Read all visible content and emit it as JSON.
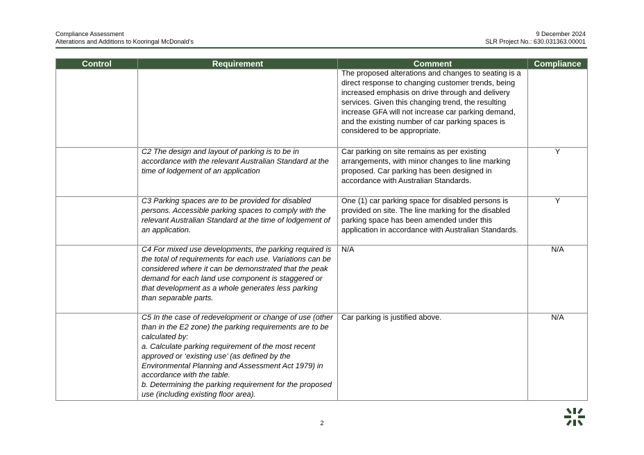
{
  "header": {
    "left_line1": "Compliance Assessment",
    "left_line2": "Alterations and Additions to Kooringal McDonald’s",
    "right_line1": "9 December 2024",
    "right_line2": "SLR Project No.: 630.031363.00001"
  },
  "table": {
    "headers": [
      "Control",
      "Requirement",
      "Comment",
      "Compliance"
    ],
    "rows": [
      {
        "control": "",
        "requirement": [
          ""
        ],
        "comment": "The proposed alterations and changes to seating is a direct response to changing customer trends, being increased emphasis on drive through and delivery services. Given this changing trend, the resulting increase GFA will not increase car parking demand, and the existing number of car parking spaces is considered to be appropriate.",
        "compliance": ""
      },
      {
        "control": "",
        "requirement": [
          "C2 The design and layout of parking is to be in accordance with the relevant Australian Standard at the time of lodgement of an application"
        ],
        "comment": "Car parking on site remains as per existing arrangements, with minor changes to line marking proposed. Car parking has been designed in accordance with Australian Standards.",
        "compliance": "Y"
      },
      {
        "control": "",
        "requirement": [
          "C3 Parking spaces are to be provided for disabled persons. Accessible parking spaces to comply with the relevant Australian Standard at the time of lodgement of an application."
        ],
        "comment": "One (1) car parking space for disabled persons is provided on site. The line marking for the disabled parking space has been amended under this application in accordance with Australian Standards.",
        "compliance": "Y"
      },
      {
        "control": "",
        "requirement": [
          "C4 For mixed use developments, the parking required is the total of requirements for each use. Variations can be considered where it can be demonstrated that the peak demand for each land use component is staggered or that development as a whole generates less parking than separable parts."
        ],
        "comment": "N/A",
        "compliance": "N/A"
      },
      {
        "control": "",
        "requirement": [
          "C5 In the case of redevelopment or change of use (other than in the E2 zone) the parking requirements are to be calculated by:",
          "a. Calculate parking requirement of the most recent approved or ‘existing use’ (as defined by the Environmental Planning and Assessment Act 1979) in accordance with the table.",
          "b. Determining the parking requirement for the proposed use (including existing floor area)."
        ],
        "comment": "Car parking is justified above.",
        "compliance": "N/A"
      }
    ]
  },
  "footer": {
    "page_number": "2"
  },
  "colors": {
    "header_green": "#3c5a3a",
    "border_grey": "#8a8a8a",
    "logo_green": "#2f4a2f"
  },
  "logo_icon": "slr-starburst-logo"
}
